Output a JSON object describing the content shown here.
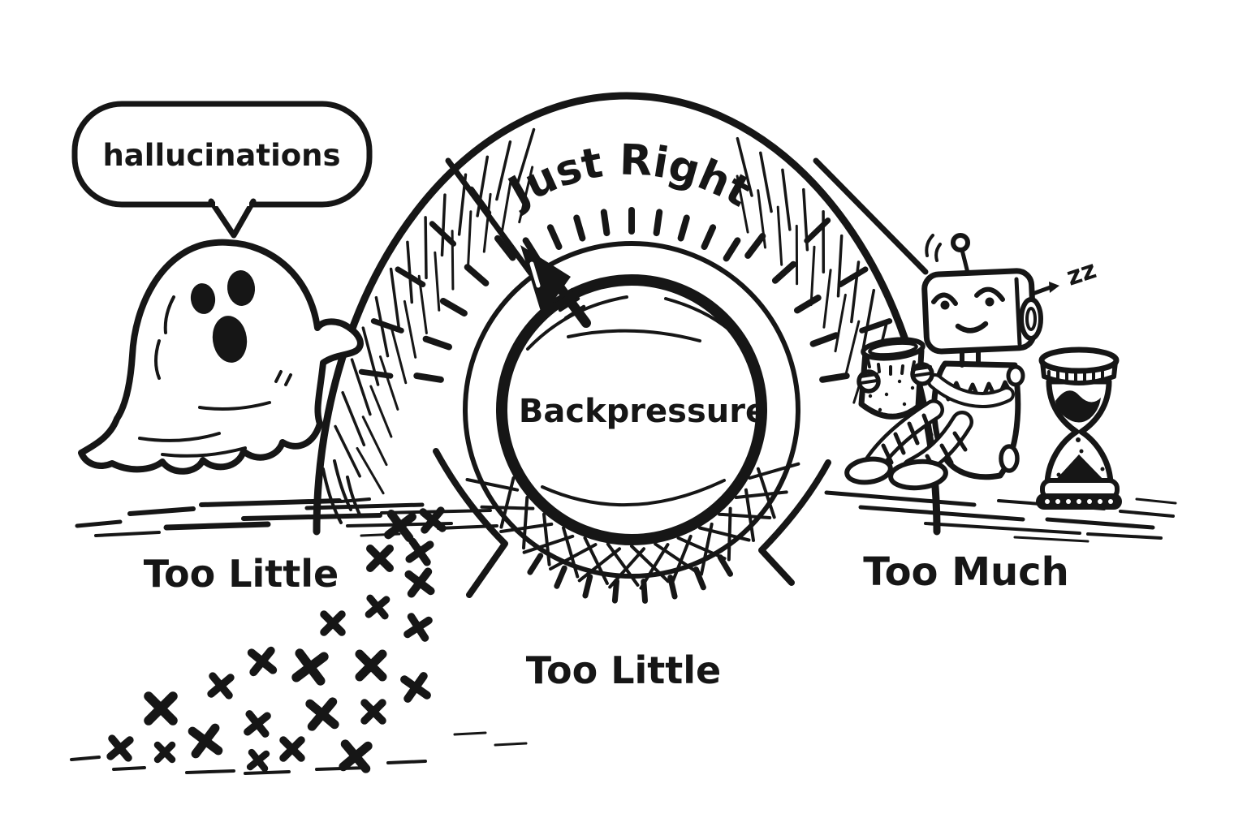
{
  "colors": {
    "ink": "#161616",
    "paper": "#ffffff"
  },
  "speech_bubble": {
    "text": "hallucinations"
  },
  "gauge": {
    "dial_label": "Backpressure",
    "sector_top_label": "Just Right",
    "sector_left_label": "Too Little",
    "sector_right_label": "Too Much",
    "bottom_label": "Too Little"
  },
  "robot": {
    "sleep_text": "zz"
  },
  "icons": {
    "ghost": "ghost-illustration",
    "speech_bubble": "speech-bubble",
    "needle": "gauge-needle-arrow-icon",
    "x_marks": "scattered-x-marks",
    "robot": "sleeping-robot-illustration",
    "sleep_arrow": "sleep-arrow-icon",
    "hourglass": "hourglass-illustration"
  }
}
